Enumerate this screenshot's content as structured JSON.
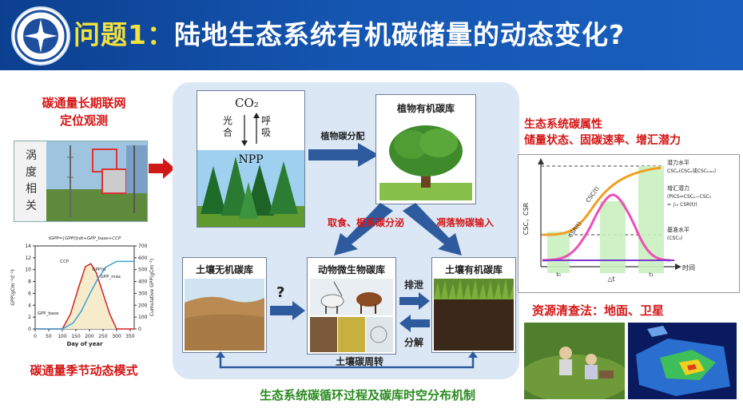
{
  "header": {
    "title_prefix": "问题1：",
    "title_main": "陆地生态系统有机碳储量的动态变化?"
  },
  "left": {
    "obs_title_line1": "碳通量长期联网",
    "obs_title_line2": "定位观测",
    "eddy_label": [
      "涡",
      "度",
      "相",
      "关"
    ],
    "season_title": "碳通量季节动态模式"
  },
  "season_chart": {
    "formula": "tGPP=∫GPP(t)dt+GPP_base+CCP",
    "ylabel_left": "GPP(gCm⁻²d⁻¹)",
    "ylabel_right": "Cumulative GPP(gCm⁻²)",
    "xlabel": "Day of year",
    "annotations": [
      "CCP",
      "GPP(t)",
      "GPP_max",
      "GPP_base"
    ]
  },
  "chart_data": {
    "type": "line",
    "title": "",
    "xlabel": "Day of year",
    "ylabel": "GPP(gCm⁻²d⁻¹)",
    "y2label": "Cumulative GPP(gCm⁻²)",
    "x_ticks": [
      0,
      50,
      100,
      150,
      200,
      250,
      300,
      350
    ],
    "y_ticks": [
      0,
      2,
      4,
      6,
      8,
      10,
      12,
      14
    ],
    "y2_ticks": [
      0,
      100,
      200,
      300,
      400,
      500,
      600,
      700
    ],
    "xlim": [
      0,
      365
    ],
    "ylim": [
      0,
      14
    ],
    "y2lim": [
      0,
      700
    ],
    "series": [
      {
        "name": "GPP(t)",
        "color": "#d62020",
        "x": [
          0,
          100,
          130,
          160,
          185,
          205,
          225,
          250,
          275,
          300,
          365
        ],
        "y": [
          0,
          0,
          2.5,
          7,
          10.5,
          11,
          9.5,
          6,
          2.5,
          0,
          0
        ]
      },
      {
        "name": "CCP",
        "color": "#3aa0d8",
        "x": [
          0,
          100,
          140,
          170,
          200,
          230,
          260,
          300,
          365
        ],
        "y": [
          0,
          0,
          50,
          150,
          290,
          420,
          520,
          570,
          570
        ]
      }
    ]
  },
  "center": {
    "co2_label": "CO₂",
    "photo_label": [
      "光",
      "合"
    ],
    "resp_label": [
      "呼",
      "吸"
    ],
    "npp_label": "NPP",
    "plant_alloc": "植物碳分配",
    "plant_pool": "植物有机碳库",
    "feeding": "取食、根系碳分泌",
    "litter": "凋落物碳输入",
    "soil_inorganic": "土壤无机碳库",
    "animal_micro": "动物微生物碳库",
    "soil_organic": "土壤有机碳库",
    "question": "?",
    "excretion": "排泄",
    "decomposition": "分解",
    "turnover": "土壤碳周转"
  },
  "bottom_caption": "生态系统碳循环过程及碳库时空分布机制",
  "right": {
    "attr_line1": "生态系统碳属性",
    "attr_line2": "储量状态、固碳速率、增汇潜力",
    "resource_title": "资源清查法：地面、卫星"
  },
  "csc_chart": {
    "ylabel": "CSC，CSR",
    "xlabel_time": "时间",
    "delta_t": "△t",
    "t0": "t₀",
    "t1": "t₁",
    "cap_level_1": "潜力水平",
    "cap_level_2": "CSCₚ(CSCₑ或CSCₘₐₓ)",
    "potential_1": "增汇潜力",
    "potential_2": "(PICS=CSCₚ−CSC₀",
    "potential_3": "= ∫ₜ₀ CSR(t))",
    "base_1": "基准水平",
    "base_2": "(CSC₀)",
    "curve_csc": "CSC(t)",
    "curve_csr": "CSR(t)"
  }
}
